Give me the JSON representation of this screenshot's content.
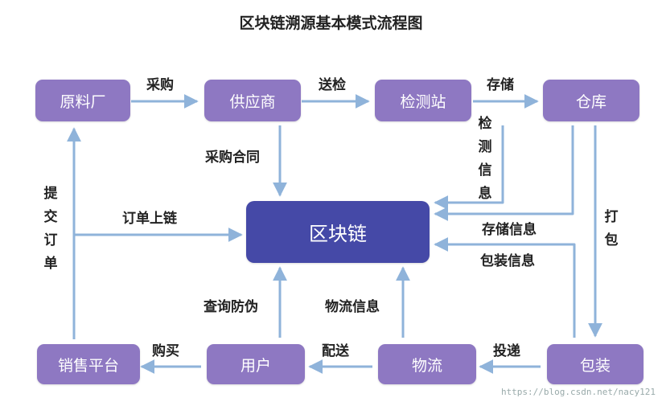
{
  "title": "区块链溯源基本模式流程图",
  "nodes": {
    "raw_material": "原料厂",
    "supplier": "供应商",
    "inspection": "检测站",
    "warehouse": "仓库",
    "blockchain": "区块链",
    "sales": "销售平台",
    "user": "用户",
    "logistics": "物流",
    "packaging": "包装"
  },
  "edges": {
    "purchase": "采购",
    "send_inspect": "送检",
    "store": "存储",
    "purchase_contract": "采购合同",
    "inspect_info": "检测信息",
    "pack": "打包",
    "order_onchain": "订单上链",
    "storage_info": "存储信息",
    "package_info": "包装信息",
    "submit_order": "提交订单",
    "anti_fake": "查询防伪",
    "logistics_info": "物流信息",
    "buy": "购买",
    "deliver": "配送",
    "post": "投递"
  },
  "colors": {
    "node": "#8e78c2",
    "center": "#4549a7",
    "arrow": "#8fb3da"
  },
  "watermark": "https://blog.csdn.net/nacy121"
}
